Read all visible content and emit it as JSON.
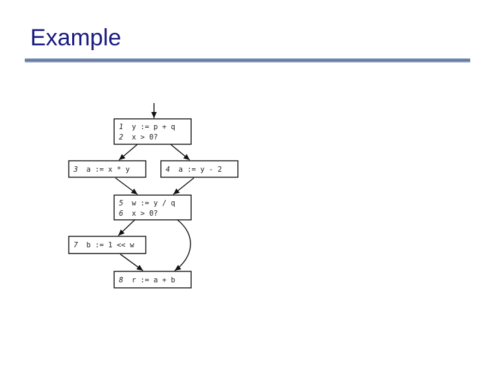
{
  "title": "Example",
  "nodes": [
    {
      "id": "B1",
      "lines": [
        {
          "num": "1",
          "code": "y := p + q"
        },
        {
          "num": "2",
          "code": "x > 0?"
        }
      ]
    },
    {
      "id": "B3",
      "lines": [
        {
          "num": "3",
          "code": "a := x * y"
        }
      ]
    },
    {
      "id": "B4",
      "lines": [
        {
          "num": "4",
          "code": "a := y - 2"
        }
      ]
    },
    {
      "id": "B5",
      "lines": [
        {
          "num": "5",
          "code": "w := y / q"
        },
        {
          "num": "6",
          "code": "x > 0?"
        }
      ]
    },
    {
      "id": "B7",
      "lines": [
        {
          "num": "7",
          "code": "b := 1 << w"
        }
      ]
    },
    {
      "id": "B8",
      "lines": [
        {
          "num": "8",
          "code": "r := a + b"
        }
      ]
    }
  ],
  "edges": [
    {
      "from": "entry",
      "to": "B1"
    },
    {
      "from": "B1",
      "to": "B3"
    },
    {
      "from": "B1",
      "to": "B4"
    },
    {
      "from": "B3",
      "to": "B5"
    },
    {
      "from": "B4",
      "to": "B5"
    },
    {
      "from": "B5",
      "to": "B7"
    },
    {
      "from": "B5",
      "to": "B8"
    },
    {
      "from": "B7",
      "to": "B8"
    }
  ]
}
